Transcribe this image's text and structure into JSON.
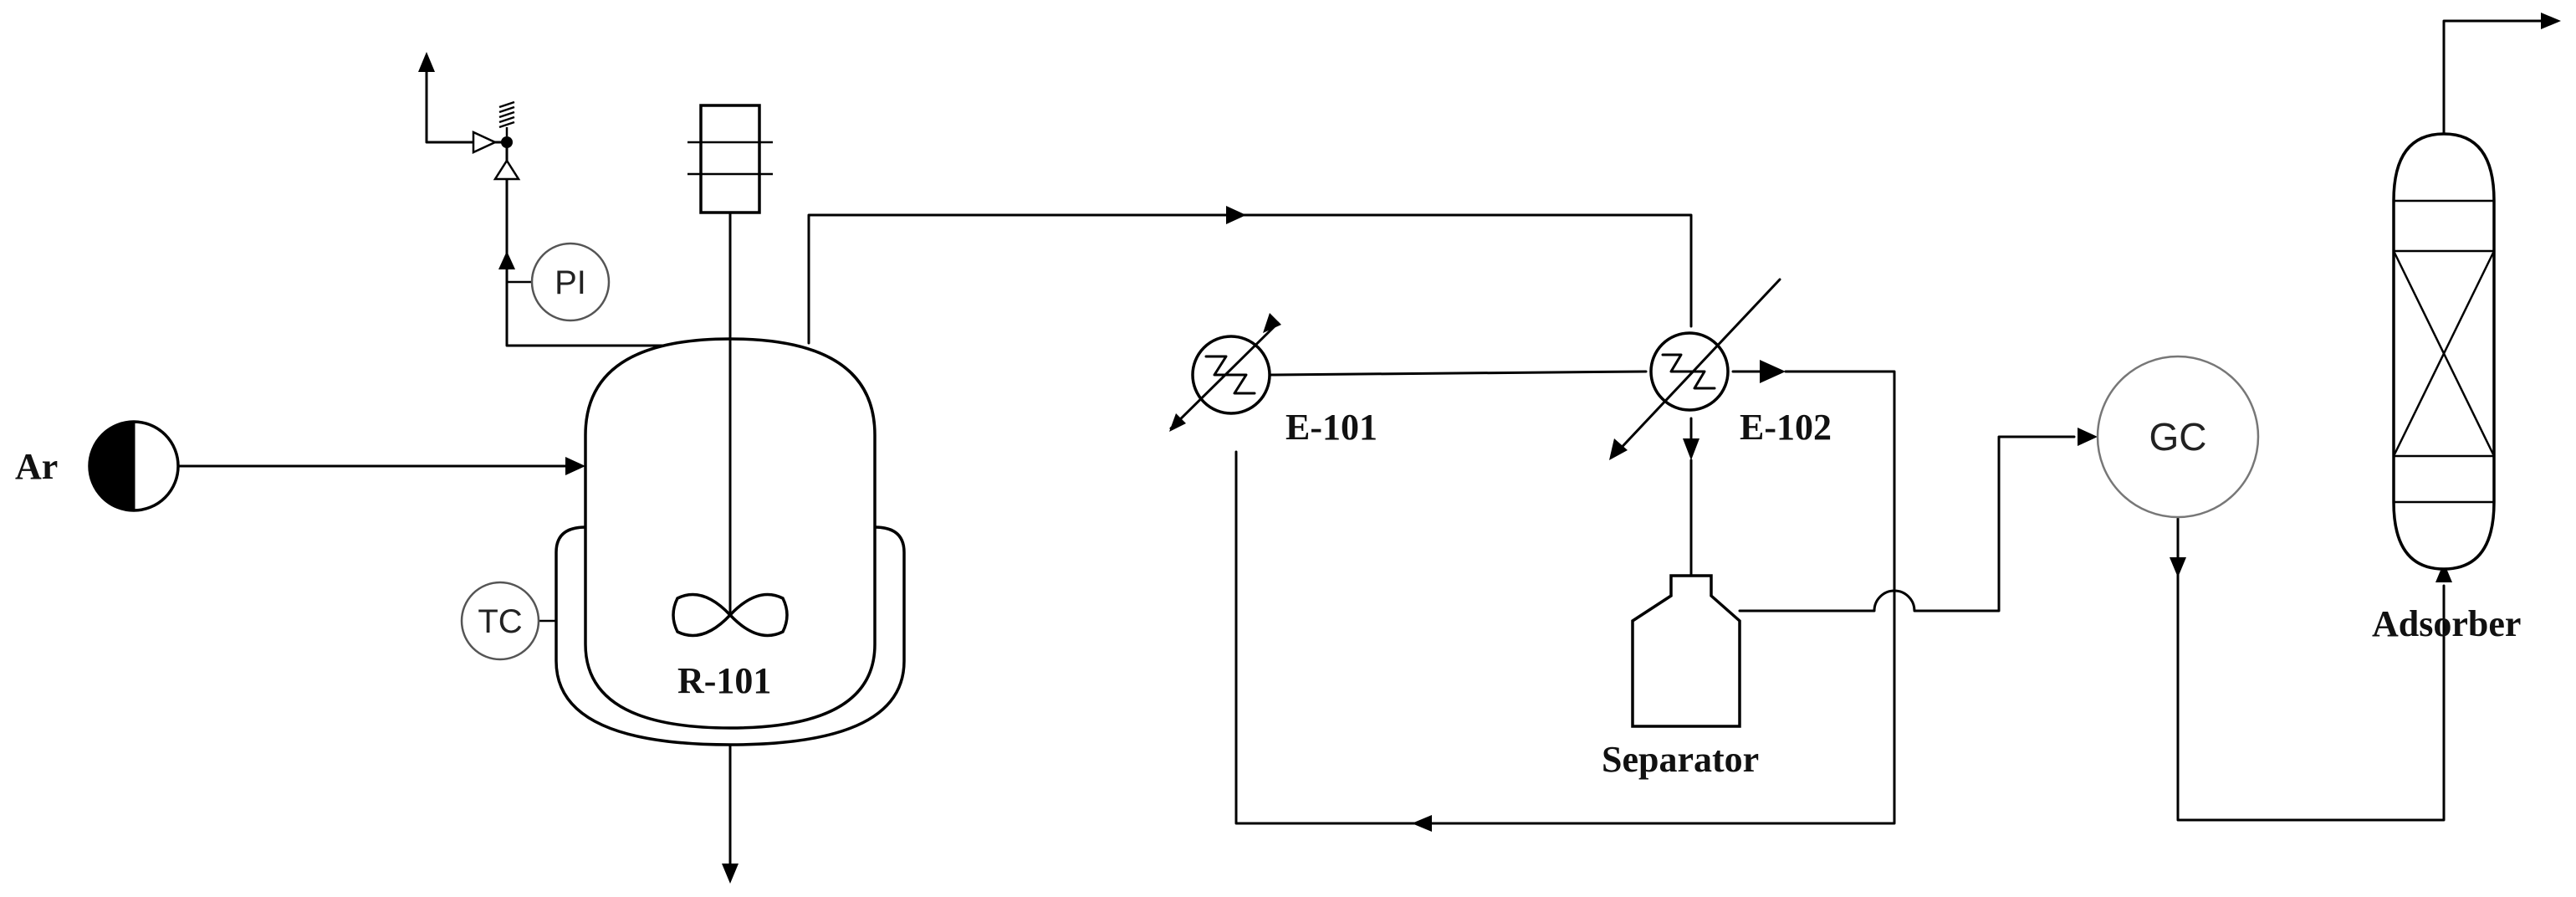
{
  "labels": {
    "argon": "Ar",
    "reactor": "R-101",
    "exchanger_1": "E-101",
    "exchanger_2": "E-102",
    "separator": "Separator",
    "gas_chromatograph": "GC",
    "adsorber": "Adsorber"
  },
  "instruments": {
    "pressure_indicator": "PI",
    "temperature_controller": "TC"
  }
}
